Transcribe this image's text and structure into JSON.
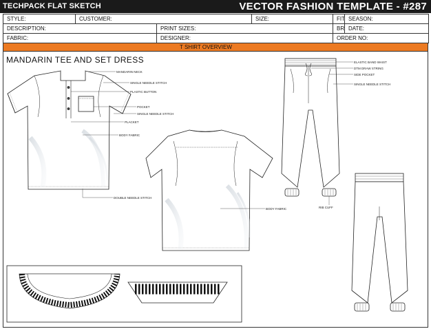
{
  "header": {
    "left_title": "TECHPACK FLAT SKETCH",
    "right_title": "VECTOR FASHION TEMPLATE - #287"
  },
  "form": {
    "row1": [
      "STYLE:",
      "CUSTOMER:",
      "SIZE:",
      "FIT:",
      "SEASON:"
    ],
    "row2": [
      "DESCRIPTION:",
      "PRINT SIZES:",
      "BRAND :",
      "DATE:"
    ],
    "row3": [
      "FABRIC:",
      "DESIGNER:",
      "ORDER NO:"
    ]
  },
  "section_band": "T SHIRT OVERVIEW",
  "design_title": "MANDARIN TEE AND SET DRESS",
  "callouts": {
    "mandarin_neck": "MANDARIN NECK",
    "single_needle_1": "SINGLE NEEDLE STITCH",
    "plastic_button": "PLASTIC BUTTON",
    "pocket": "POCKET",
    "single_needle_2": "SINGLE NEEDLE STITCH",
    "placket": "PLACKET",
    "body_fabric_front": "BODY FABRIC",
    "double_needle": "DOUBLE NEEDLE STITCH",
    "body_fabric_back": "BODY FABRIC",
    "elastic_waist": "ELASTIC BAND WAIST",
    "draw_string": "DTM DRAW STRING",
    "side_pocket": "SIDE POCKET",
    "single_needle_pants": "SINGLE NEEDLE STITCH",
    "rib_cuff": "RIB CUFF"
  },
  "colors": {
    "accent_orange": "#ec7a22",
    "header_black": "#1a1a1a"
  }
}
